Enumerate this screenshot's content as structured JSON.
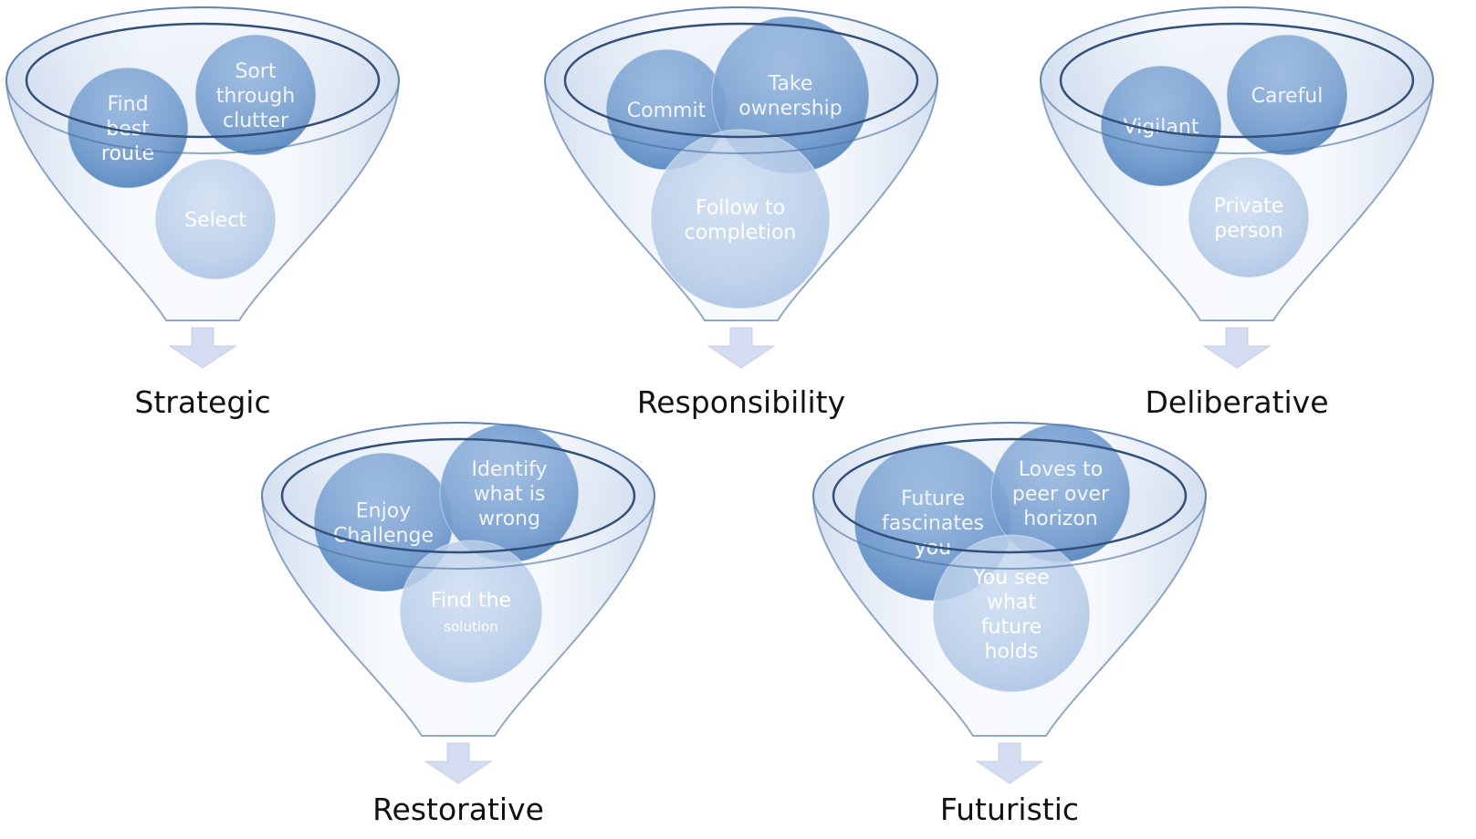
{
  "colors": {
    "funnel_outline": "#4a6fa0",
    "funnel_fill": "#e6eef8",
    "ball_dark": "#5f8fc6",
    "ball_light": "#b4cbe7",
    "arrow": "#d3dcf0",
    "label": "#111111"
  },
  "funnels": [
    {
      "label": "Strategic",
      "balls": [
        {
          "lines": [
            "Find",
            "best",
            "route"
          ],
          "tone": "dark"
        },
        {
          "lines": [
            "Sort",
            "through",
            "clutter"
          ],
          "tone": "dark"
        },
        {
          "lines": [
            "Select"
          ],
          "tone": "light"
        }
      ]
    },
    {
      "label": "Responsibility",
      "balls": [
        {
          "lines": [
            "Commit"
          ],
          "tone": "dark"
        },
        {
          "lines": [
            "Take",
            "ownership"
          ],
          "tone": "dark"
        },
        {
          "lines": [
            "Follow to",
            "completion"
          ],
          "tone": "light"
        }
      ]
    },
    {
      "label": "Deliberative",
      "balls": [
        {
          "lines": [
            "Vigilant"
          ],
          "tone": "dark"
        },
        {
          "lines": [
            "Careful"
          ],
          "tone": "dark"
        },
        {
          "lines": [
            "Private",
            "person"
          ],
          "tone": "light"
        }
      ]
    },
    {
      "label": "Restorative",
      "balls": [
        {
          "lines": [
            "Enjoy",
            "Challenge"
          ],
          "tone": "dark"
        },
        {
          "lines": [
            "Identify",
            "what is",
            "wrong"
          ],
          "tone": "dark"
        },
        {
          "lines": [
            "Find the",
            "solution"
          ],
          "tone": "light"
        }
      ]
    },
    {
      "label": "Futuristic",
      "balls": [
        {
          "lines": [
            "Future",
            "fascinates",
            "you"
          ],
          "tone": "dark"
        },
        {
          "lines": [
            "Loves to",
            "peer over",
            "horizon"
          ],
          "tone": "dark"
        },
        {
          "lines": [
            "You see",
            "what",
            "future",
            "holds"
          ],
          "tone": "light"
        }
      ]
    }
  ]
}
